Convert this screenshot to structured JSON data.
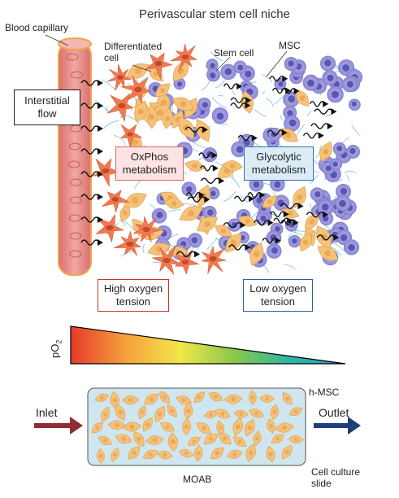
{
  "title": "Perivascular stem cell niche",
  "labels": {
    "blood_capillary": "Blood capillary",
    "differentiated_cell_line1": "Differentiated",
    "differentiated_cell_line2": "cell",
    "stem_cell": "Stem cell",
    "msc": "MSC",
    "interstitial_flow_line1": "Interstitial",
    "interstitial_flow_line2": "flow",
    "oxphos_line1": "OxPhos",
    "oxphos_line2": "metabolism",
    "glycolytic_line1": "Glycolytic",
    "glycolytic_line2": "metabolism",
    "high_oxygen_line1": "High oxygen",
    "high_oxygen_line2": "tension",
    "low_oxygen_line1": "Low oxygen",
    "low_oxygen_line2": "tension",
    "po2_base": "pO",
    "po2_sub": "2",
    "inlet": "Inlet",
    "outlet": "Outlet",
    "h_msc": "h-MSC",
    "moab": "MOAB",
    "cell_culture_line1": "Cell culture",
    "cell_culture_line2": "slide"
  },
  "colors": {
    "capillary": "#e48a86",
    "capillary_edge": "#f0a64b",
    "differentiated_cell": "#f07b52",
    "msc_cell": "#f5c27a",
    "stem_cell": "#8f8fd8",
    "stem_nucleus": "#5a55b0",
    "ecm_fibers": "#4fb7d8",
    "oxphos_box_bg": "#fde3e3",
    "oxphos_box_border": "#d96a6a",
    "glycolytic_box_bg": "#dcecf7",
    "glycolytic_box_border": "#3a6fa8",
    "high_oxygen_border": "#c0392b",
    "low_oxygen_border": "#2f5f9a",
    "slide_bg": "#cfe6ef",
    "inlet_arrow": "#8e2d35",
    "outlet_arrow": "#1f3f7a",
    "gradient": [
      "#e53a2a",
      "#f6a13c",
      "#f3e64a",
      "#86c84a",
      "#2ab7a6",
      "#2a9ad0"
    ]
  }
}
